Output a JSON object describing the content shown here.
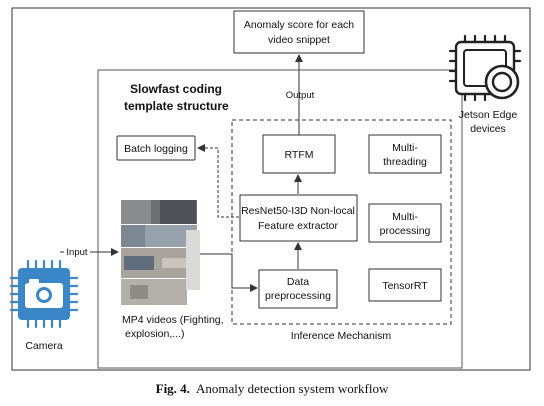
{
  "colors": {
    "camera_blue": "#3b86c6",
    "jetson_dark": "#222222",
    "stroke": "#333333"
  },
  "icons": [
    "camera-chip-icon",
    "jetson-chip-icon"
  ],
  "nodes": {
    "anomaly_score": [
      "Anomaly score for each",
      "video snippet"
    ],
    "output_label": "Output",
    "template_title": [
      "Slowfast coding",
      "template structure"
    ],
    "batch_logging": "Batch logging",
    "rtfm": "RTFM",
    "resnet": [
      "ResNet50-I3D Non-local",
      "Feature extractor"
    ],
    "data_preprocessing": [
      "Data",
      "preprocessing"
    ],
    "multithreading": [
      "Multi-",
      "threading"
    ],
    "multiprocessing": [
      "Multi-",
      "processing"
    ],
    "tensorrt": "TensorRT",
    "inference_label": "Inference Mechanism",
    "jetson_label": [
      "Jetson Edge",
      "devices"
    ],
    "mp4_label": [
      "MP4 videos (Fighting,",
      "explosion,...)"
    ],
    "camera_label": "Camera",
    "input_label": "Input"
  },
  "caption": {
    "fig": "Fig. 4.",
    "text": "Anomaly detection system workflow"
  }
}
